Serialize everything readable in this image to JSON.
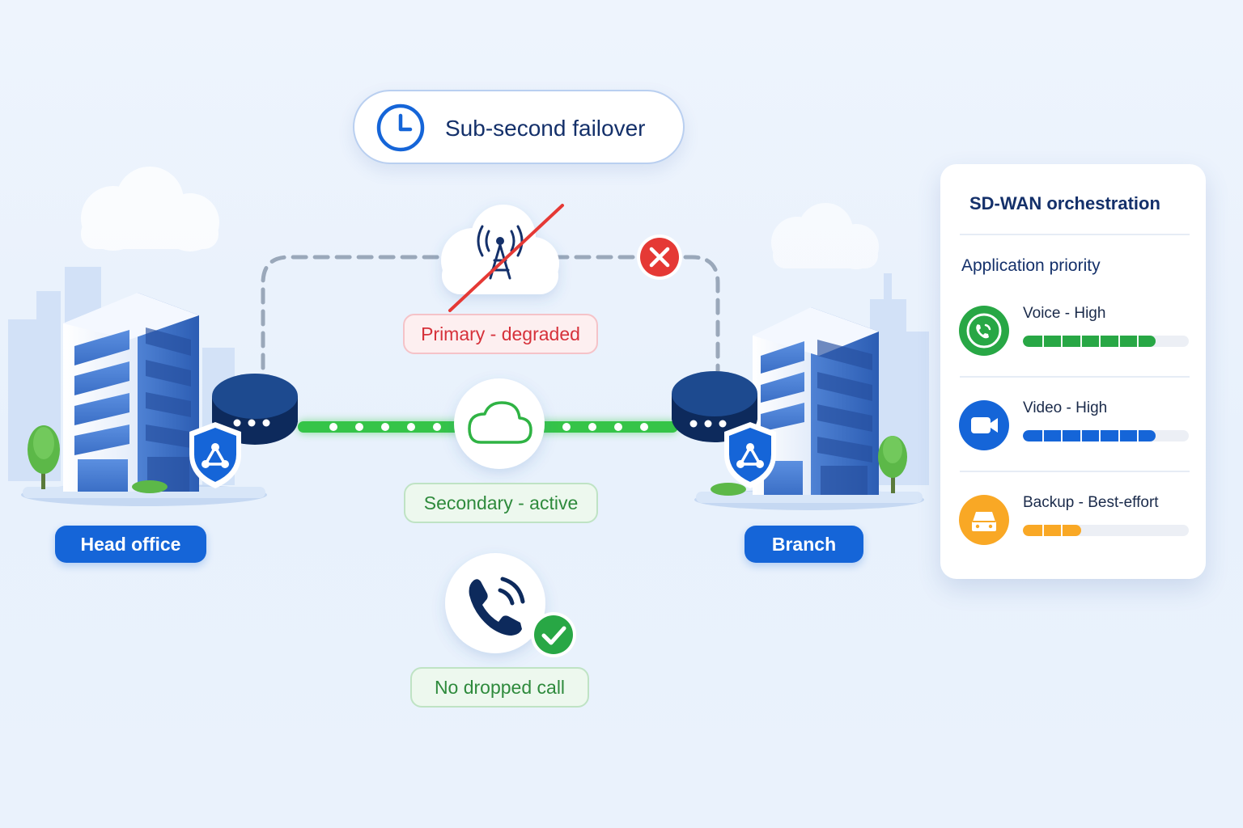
{
  "header": {
    "title": "Sub-second failover",
    "icon": "clock-icon"
  },
  "links": {
    "primary": {
      "status": "Primary - degraded",
      "icon": "cell-tower-icon",
      "state_icon": "error-x-icon",
      "color": "#e53935"
    },
    "secondary": {
      "status": "Secondary - active",
      "icon": "cloud-icon",
      "color": "#2fb344"
    }
  },
  "call": {
    "status": "No dropped call",
    "icon": "phone-call-icon",
    "badge_icon": "check-icon"
  },
  "sites": {
    "head": {
      "label": "Head office"
    },
    "branch": {
      "label": "Branch"
    }
  },
  "panel": {
    "title": "SD-WAN orchestration",
    "subtitle": "Application priority",
    "apps": [
      {
        "label": "Voice - High",
        "icon": "phone-icon",
        "color": "#28a745",
        "level": 0.8
      },
      {
        "label": "Video - High",
        "icon": "video-camera-icon",
        "color": "#1565d8",
        "level": 0.8
      },
      {
        "label": "Backup - Best-effort",
        "icon": "storage-drive-icon",
        "color": "#f9a825",
        "level": 0.35
      }
    ]
  },
  "colors": {
    "brand": "#1565d8",
    "navy": "#14306a",
    "error": "#e53935",
    "success": "#2fb344"
  }
}
